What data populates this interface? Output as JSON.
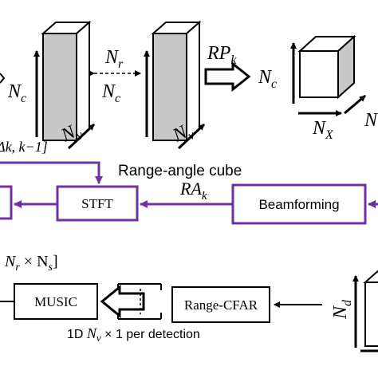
{
  "labels": {
    "nc_left": "N",
    "nc_left_sub": "c",
    "nr": "N",
    "nr_sub": "r",
    "nc_mid": "N",
    "nc_mid_sub": "c",
    "nv_1": "N",
    "nv_1_sub": "v",
    "nv_2": "N",
    "nv_2_sub": "v",
    "rp": "RP",
    "rp_sub": "k",
    "nc_right": "N",
    "nc_right_sub": "c",
    "nx": "N",
    "nx_sub": "X",
    "n_edge": "N",
    "delta_k": "Δk, k−1]",
    "range_angle_cube": "Range-angle cube",
    "ra": "RA",
    "ra_sub": "k",
    "nr_ns": "N",
    "nr_ns_sub1": "r",
    "nr_ns_mid": " × N",
    "nr_ns_sub2": "s",
    "nr_ns_end": "]",
    "nd": "N",
    "nd_sub": "d",
    "detection_pre": "1D ",
    "detection_n": "N",
    "detection_n_sub": "v",
    "detection_post": " × 1 per detection"
  },
  "blocks": {
    "stft": "STFT",
    "beamforming": "Beamforming",
    "music": "MUSIC",
    "range_cfar": "Range-CFAR"
  },
  "colors": {
    "purple": "#7030a0",
    "panel_gray": "#c8c8c8",
    "black": "#000000"
  }
}
